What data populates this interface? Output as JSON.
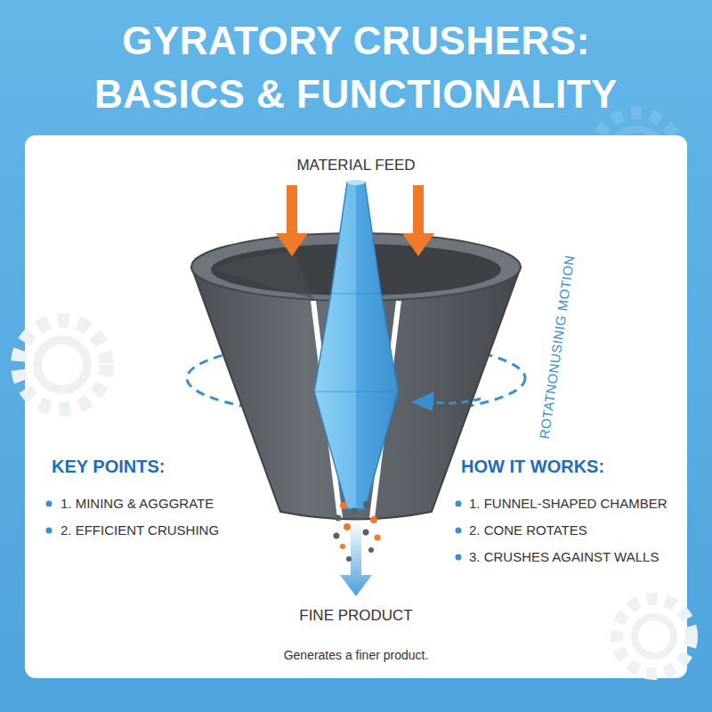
{
  "diagram": {
    "title": "GYRATORY CRUSHERS: BASICS & FUNCTIONALITY",
    "caption": "Generates a finer product.",
    "labels": [
      "MATERIAL FEED",
      "ROTATNONUSINIG MOTION",
      "KEY POINTS:",
      "1. MINING & AGGGRATE",
      "2. EFFICIENT CRUSHING",
      "HOW IT WORKS:",
      "1. FUNNEL-SHAPED CHAMBER",
      "2. CONE ROTATES",
      "3. CRUSHES AGAINST WALLS",
      "FINE PRODUCT"
    ]
  }
}
